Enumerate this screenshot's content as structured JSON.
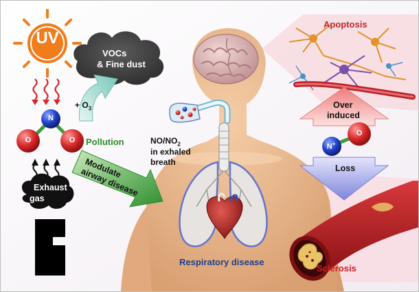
{
  "labels": {
    "uv": "UV",
    "vocs_line1": "VOCs",
    "vocs_line2": "& Fine dust",
    "plus_o3": "+ O",
    "o3_sub": "3",
    "pollution": "Pollution",
    "atom_n": "N",
    "atom_o": "O",
    "modulate_line1": "Modulate",
    "modulate_line2": "airway disease",
    "exhaust_line1": "Exhaust",
    "exhaust_line2": "gas",
    "no_line1": "NO/NO",
    "no_sub": "2",
    "no_line2": "in exhaled",
    "no_line3": "breath",
    "apoptosis": "Apoptosis",
    "over_line1": "Over",
    "over_line2": "induced",
    "loss": "Loss",
    "sclerosis": "Sclerosis",
    "respiratory": "Respiratory disease",
    "n_plus": "N",
    "plus_sign": "+"
  },
  "colors": {
    "sun": "#f07c1c",
    "wave": "#d8262c",
    "pollution_text": "#2e8a2a",
    "arrow_green": "#3d9c3a",
    "arrow_teal": "#8fd0c6",
    "sclerosis_text": "#d11f25",
    "respiratory_text": "#1f3f8f",
    "apoptosis_text": "#c0262a",
    "skin": "#e9b78c",
    "vessel": "#b31b1f",
    "over_arrow": "#f08a8a",
    "loss_arrow": "#8a8ee0"
  }
}
